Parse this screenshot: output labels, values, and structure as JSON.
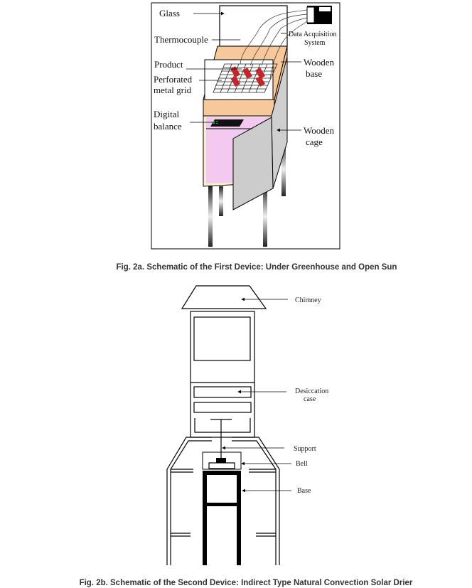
{
  "figure_a": {
    "caption": "Fig. 2a. Schematic of the First Device: Under Greenhouse and Open Sun",
    "labels": {
      "glass": "Glass",
      "thermocouple": "Thermocouple",
      "product": "Product",
      "grid_line1": "Perforated",
      "grid_line2": "metal grid",
      "balance_line1": "Digital",
      "balance_line2": "balance",
      "daq_line1": "Data Acquisition",
      "daq_line2": "System",
      "base_line1": "Wooden",
      "base_line2": "base",
      "cage_line1": "Wooden",
      "cage_line2": "cage"
    }
  },
  "figure_b": {
    "caption": "Fig. 2b. Schematic of the Second Device: Indirect Type Natural Convection Solar Drier",
    "labels": {
      "chimney": "Chimney",
      "desiccation_line1": "Desiccation",
      "desiccation_line2": "case",
      "support": "Support",
      "bell": "Bell",
      "base": "Base"
    }
  }
}
